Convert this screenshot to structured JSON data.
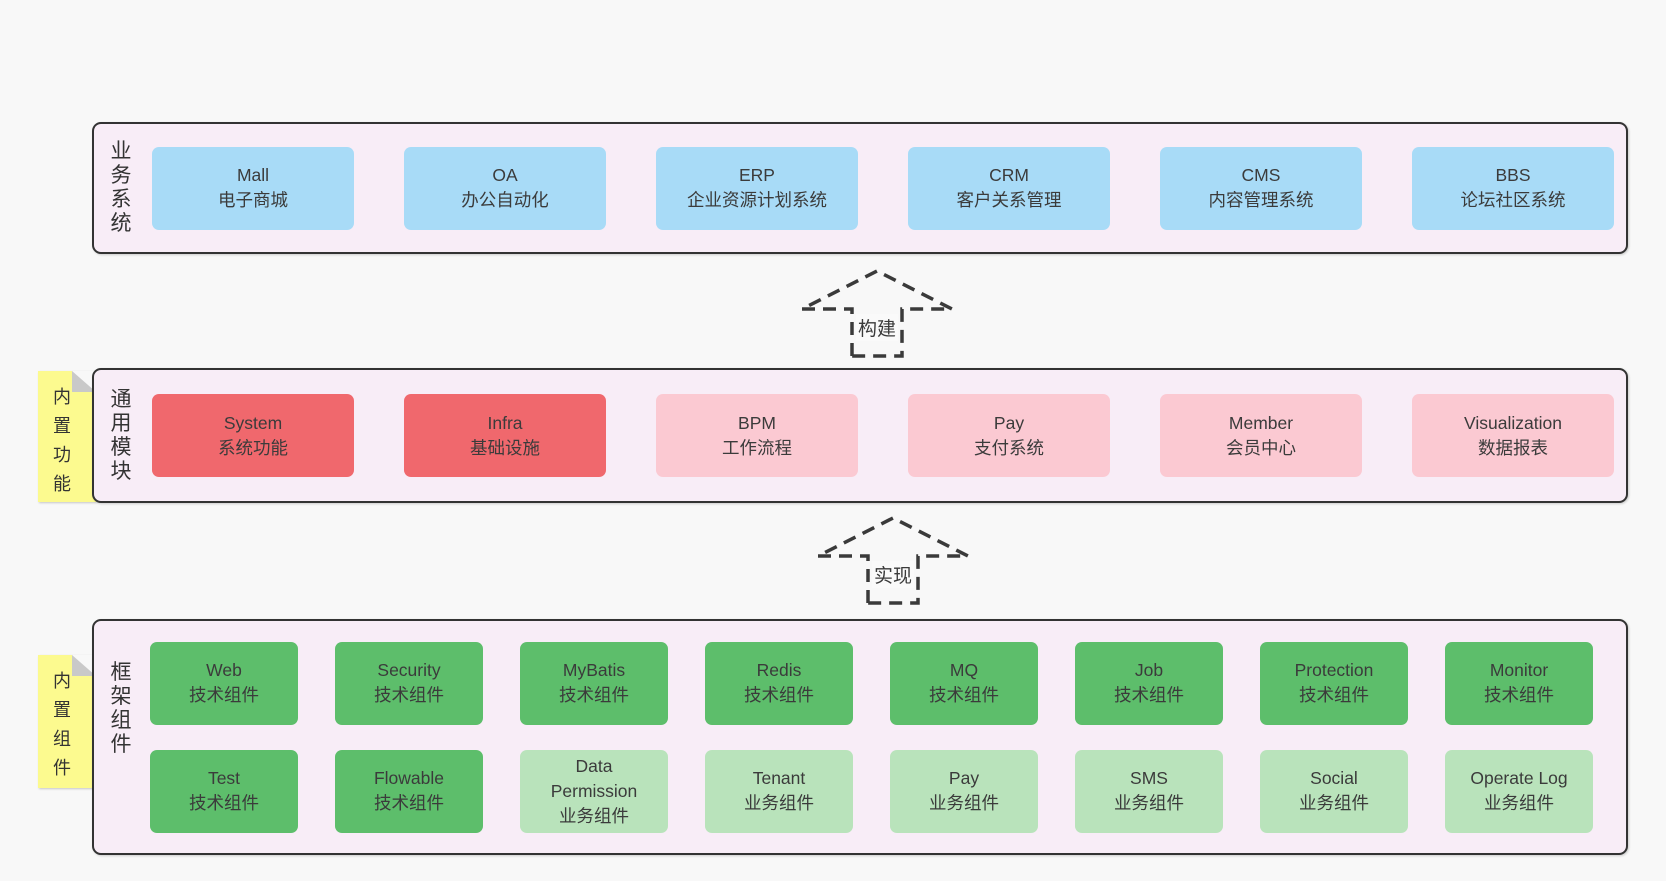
{
  "colors": {
    "page_background": "#f8f8f8",
    "panel_background": "#f8edf7",
    "panel_border": "#333333",
    "blue_box": "#a8dbf7",
    "red_box": "#f0686d",
    "pink_box": "#fbc9d2",
    "green_box": "#5dbe6b",
    "light_green_box": "#b9e3bb",
    "note_yellow": "#fcfa8f",
    "note_fold_gray": "#c9c9c9",
    "text": "#3b3b3b"
  },
  "arrows": [
    {
      "label": "构建"
    },
    {
      "label": "实现"
    }
  ],
  "layers": [
    {
      "label": "业务系统",
      "boxes": [
        {
          "title": "Mall",
          "subtitle": "电子商城"
        },
        {
          "title": "OA",
          "subtitle": "办公自动化"
        },
        {
          "title": "ERP",
          "subtitle": "企业资源计划系统"
        },
        {
          "title": "CRM",
          "subtitle": "客户关系管理"
        },
        {
          "title": "CMS",
          "subtitle": "内容管理系统"
        },
        {
          "title": "BBS",
          "subtitle": "论坛社区系统"
        }
      ]
    },
    {
      "label": "通用模块",
      "note": "内置功能",
      "boxes": [
        {
          "title": "System",
          "subtitle": "系统功能"
        },
        {
          "title": "Infra",
          "subtitle": "基础设施"
        },
        {
          "title": "BPM",
          "subtitle": "工作流程"
        },
        {
          "title": "Pay",
          "subtitle": "支付系统"
        },
        {
          "title": "Member",
          "subtitle": "会员中心"
        },
        {
          "title": "Visualization",
          "subtitle": "数据报表"
        }
      ]
    },
    {
      "label": "框架组件",
      "note": "内置组件",
      "rows": [
        [
          {
            "title": "Web",
            "subtitle": "技术组件"
          },
          {
            "title": "Security",
            "subtitle": "技术组件"
          },
          {
            "title": "MyBatis",
            "subtitle": "技术组件"
          },
          {
            "title": "Redis",
            "subtitle": "技术组件"
          },
          {
            "title": "MQ",
            "subtitle": "技术组件"
          },
          {
            "title": "Job",
            "subtitle": "技术组件"
          },
          {
            "title": "Protection",
            "subtitle": "技术组件"
          },
          {
            "title": "Monitor",
            "subtitle": "技术组件"
          }
        ],
        [
          {
            "title": "Test",
            "subtitle": "技术组件"
          },
          {
            "title": "Flowable",
            "subtitle": "技术组件"
          },
          {
            "title": "Data Permission",
            "subtitle": "业务组件"
          },
          {
            "title": "Tenant",
            "subtitle": "业务组件"
          },
          {
            "title": "Pay",
            "subtitle": "业务组件"
          },
          {
            "title": "SMS",
            "subtitle": "业务组件"
          },
          {
            "title": "Social",
            "subtitle": "业务组件"
          },
          {
            "title": "Operate Log",
            "subtitle": "业务组件"
          }
        ]
      ]
    }
  ]
}
